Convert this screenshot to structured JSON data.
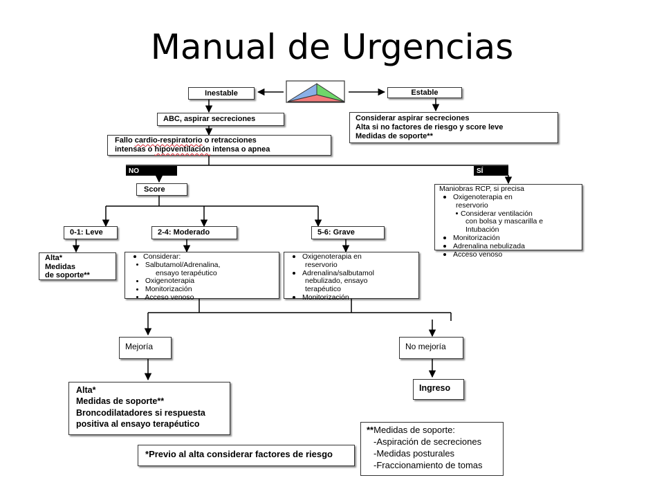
{
  "title": "Manual de Urgencias",
  "colors": {
    "triangle_blue": "#8ab0e8",
    "triangle_green": "#6fd66a",
    "triangle_red": "#f27a7a"
  },
  "nodes": {
    "inestable": "Inestable",
    "estable": "Estable",
    "estable_actions": [
      "Considerar aspirar secreciones",
      "Alta si no factores de riesgo y score leve",
      "Medidas de soporte**"
    ],
    "abc": "ABC, aspirar secreciones",
    "fallo": {
      "prefix": "Fallo ",
      "cardio": "cardio-respiratorio",
      "mid": " o retracciones",
      "line2a": "intensas o ",
      "hipo": "hipoventilación",
      "line2b": " intensa o apnea"
    },
    "no_label": "NO",
    "si_label": "SÍ",
    "score": "Score",
    "rcp": {
      "header": "Maniobras RCP, si precisa",
      "items": [
        "Oxigenoterapia en",
        "reservorio",
        "Considerar ventilación",
        "con bolsa y mascarilla e",
        "Intubación",
        "Monitorización",
        "Adrenalina nebulizada",
        "Acceso venoso"
      ]
    },
    "leve": "0-1: Leve",
    "moderado": "2-4: Moderado",
    "grave": "5-6: Grave",
    "leve_actions": [
      "Alta*",
      "Medidas",
      "de soporte**"
    ],
    "moderado_actions": {
      "header": "Considerar:",
      "items": [
        "Salbutamol/Adrenalina,",
        "ensayo terapéutico",
        "Oxigenoterapia",
        "Monitorización",
        "Acceso venoso"
      ]
    },
    "grave_actions": [
      "Oxigenoterapia en",
      "reservorio",
      "Adrenalina/salbutamol",
      "nebulizado, ensayo",
      "terapéutico",
      "Monitorización"
    ],
    "mejoria": "Mejoría",
    "no_mejoria": "No mejoría",
    "mejoria_actions": [
      "Alta*",
      "Medidas de soporte**",
      "Broncodilatadores si respuesta",
      "positiva al ensayo terapéutico"
    ],
    "ingreso": "Ingreso"
  },
  "notes": {
    "previo": {
      "star": "*",
      "text": "Previo al alta considerar factores de riesgo"
    },
    "soporte": {
      "stars": "**",
      "header": "Medidas de soporte:",
      "items": [
        "-Aspiración de secreciones",
        "-Medidas posturales",
        "-Fraccionamiento de tomas"
      ]
    }
  }
}
